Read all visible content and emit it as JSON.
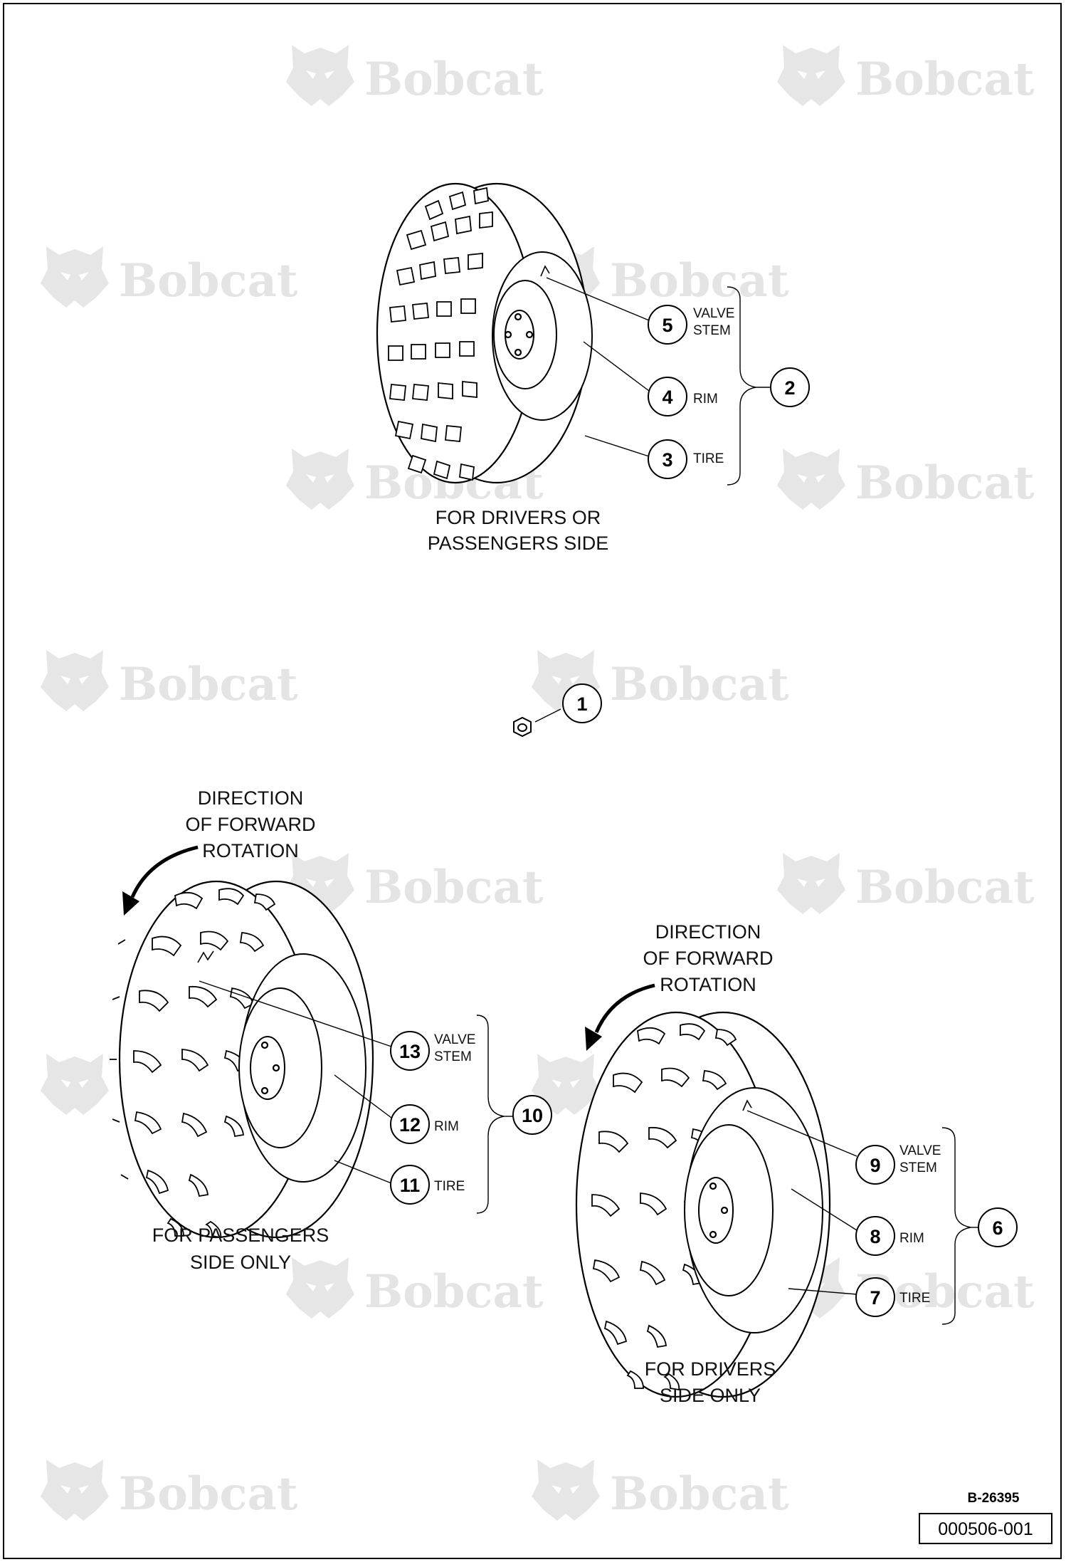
{
  "watermark": {
    "brand": "Bobcat",
    "mark": "bobcat-logo"
  },
  "callouts": {
    "c1": "1",
    "c2": "2",
    "c3": "3",
    "c4": "4",
    "c5": "5",
    "c6": "6",
    "c7": "7",
    "c8": "8",
    "c9": "9",
    "c10": "10",
    "c11": "11",
    "c12": "12",
    "c13": "13"
  },
  "labels": {
    "valve": "VALVE",
    "stem": "STEM",
    "rim": "RIM",
    "tire": "TIRE"
  },
  "captions": {
    "top_line1": "FOR DRIVERS OR",
    "top_line2": "PASSENGERS SIDE",
    "pass_line1": "FOR PASSENGERS",
    "pass_line2": "SIDE ONLY",
    "drv_line1": "FOR DRIVERS",
    "drv_line2": "SIDE ONLY",
    "dir_line1": "DIRECTION",
    "dir_line2": "OF FORWARD",
    "dir_line3": "ROTATION"
  },
  "figure_ref": "B-26395",
  "doc_number": "000506-001"
}
